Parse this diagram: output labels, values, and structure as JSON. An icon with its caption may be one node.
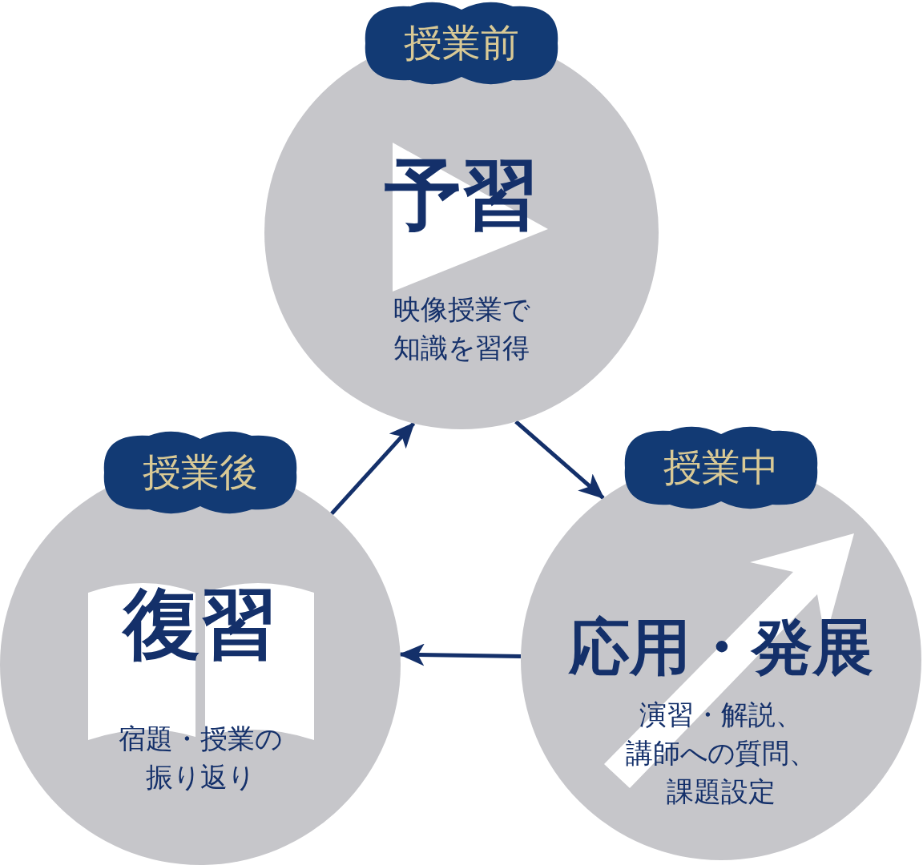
{
  "diagram": {
    "nodes": [
      {
        "text": [
          "授業前",
          "予習",
          "映像授業で知識を習得"
        ]
      },
      {
        "text": [
          "授業中",
          "応用・発展",
          "演習・解説、講師への質問、課題設定"
        ]
      },
      {
        "text": [
          "授業後",
          "復習",
          "宿題・授業の振り返り"
        ]
      }
    ],
    "edges": [
      {
        "from": 0,
        "to": 1,
        "arrow": "to"
      },
      {
        "from": 1,
        "to": 2,
        "arrow": "to"
      },
      {
        "from": 2,
        "to": 0,
        "arrow": "to"
      }
    ]
  }
}
